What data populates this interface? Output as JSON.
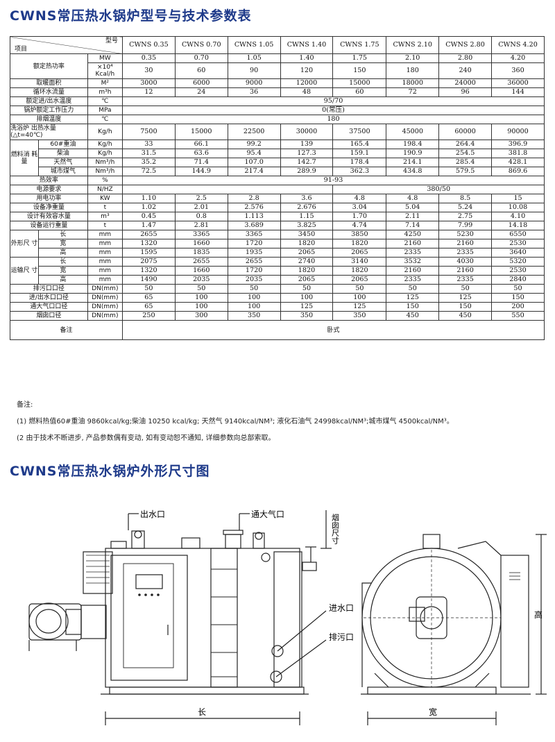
{
  "title": "CWNS常压热水锅炉型号与技术参数表",
  "drawing_title": "CWNS常压热水锅炉外形尺寸图",
  "table": {
    "corner_model": "型号",
    "corner_item": "项目",
    "models": [
      "CWNS\n0.35",
      "CWNS\n0.70",
      "CWNS\n1.05",
      "CWNS\n1.40",
      "CWNS\n1.75",
      "CWNS\n2.10",
      "CWNS\n2.80",
      "CWNS\n4.20"
    ],
    "rated_power": "额定热功率",
    "mw_unit": "MW",
    "mw": [
      "0.35",
      "0.70",
      "1.05",
      "1.40",
      "1.75",
      "2.10",
      "2.80",
      "4.20"
    ],
    "kcal_unit": "×10⁴\nKcal/h",
    "kcal": [
      "30",
      "60",
      "90",
      "120",
      "150",
      "180",
      "240",
      "360"
    ],
    "heating_area": "取暖面积",
    "area_unit": "M²",
    "area": [
      "3000",
      "6000",
      "9000",
      "12000",
      "15000",
      "18000",
      "24000",
      "36000"
    ],
    "circ_water": "循环水流量",
    "circ_unit": "m³h",
    "circ": [
      "12",
      "24",
      "36",
      "48",
      "60",
      "72",
      "96",
      "144"
    ],
    "temp_label": "额定进/出水温度",
    "temp_unit": "℃",
    "temp_value": "95/70",
    "pressure_label": "锅炉额定工作压力",
    "pressure_unit": "MPa",
    "pressure_value": "0(常压)",
    "exhaust_label": "排烟温度",
    "exhaust_unit": "℃",
    "exhaust_value": "180",
    "wash_label": "洗浴炉  出热水量\n(△t=40℃)",
    "wash_unit": "Kg/h",
    "wash": [
      "7500",
      "15000",
      "22500",
      "30000",
      "37500",
      "45000",
      "60000",
      "90000"
    ],
    "fuel_label": "燃料消\n耗量",
    "fuel_rows": [
      {
        "name": "60#重油",
        "unit": "Kg/h",
        "values": [
          "33",
          "66.1",
          "99.2",
          "139",
          "165.4",
          "198.4",
          "264.4",
          "396.9"
        ]
      },
      {
        "name": "柴油",
        "unit": "Kg/h",
        "values": [
          "31.5",
          "63.6",
          "95.4",
          "127.3",
          "159.1",
          "190.9",
          "254.5",
          "381.8"
        ]
      },
      {
        "name": "天然气",
        "unit": "Nm³/h",
        "values": [
          "35.2",
          "71.4",
          "107.0",
          "142.7",
          "178.4",
          "214.1",
          "285.4",
          "428.1"
        ]
      },
      {
        "name": "城市煤气",
        "unit": "Nm³/h",
        "values": [
          "72.5",
          "144.9",
          "217.4",
          "289.9",
          "362.3",
          "434.8",
          "579.5",
          "869.6"
        ]
      }
    ],
    "efficiency_label": "热效率",
    "efficiency_unit": "%",
    "efficiency_value": "91-93",
    "power_req_label": "电源要求",
    "power_req_unit": "N/HZ",
    "power_req_value": "380/50",
    "elec_label": "用电功率",
    "elec_unit": "KW",
    "elec": [
      "1.10",
      "2.5",
      "2.8",
      "3.6",
      "4.8",
      "4.8",
      "8.5",
      "15"
    ],
    "net_weight_label": "设备净重量",
    "net_weight_unit": "t",
    "net_weight": [
      "1.02",
      "2.01",
      "2.576",
      "2.676",
      "3.04",
      "5.04",
      "5.24",
      "10.08"
    ],
    "water_cap_label": "设计有效容水量",
    "water_cap_unit": "m³",
    "water_cap": [
      "0.45",
      "0.8",
      "1.113",
      "1.15",
      "1.70",
      "2.11",
      "2.75",
      "4.10"
    ],
    "op_weight_label": "设备运行重量",
    "op_weight_unit": "t",
    "op_weight": [
      "1.47",
      "2.81",
      "3.689",
      "3.825",
      "4.74",
      "7.14",
      "7.99",
      "14.18"
    ],
    "outline_label": "外形尺\n寸",
    "transport_label": "运输尺\n寸",
    "dim_unit": "mm",
    "dim_names": [
      "长",
      "宽",
      "高"
    ],
    "outline": [
      [
        "2655",
        "3365",
        "3365",
        "3450",
        "3850",
        "4250",
        "5230",
        "6550"
      ],
      [
        "1320",
        "1660",
        "1720",
        "1820",
        "1820",
        "2160",
        "2160",
        "2530"
      ],
      [
        "1595",
        "1835",
        "1935",
        "2065",
        "2065",
        "2335",
        "2335",
        "3640"
      ]
    ],
    "transport": [
      [
        "2075",
        "2655",
        "2655",
        "2740",
        "3140",
        "3532",
        "4030",
        "5320"
      ],
      [
        "1320",
        "1660",
        "1720",
        "1820",
        "1820",
        "2160",
        "2160",
        "2530"
      ],
      [
        "1490",
        "2035",
        "2035",
        "2065",
        "2065",
        "2335",
        "2335",
        "2840"
      ]
    ],
    "drain_label": "排污口口径",
    "drain_unit": "DN(mm)",
    "drain": [
      "50",
      "50",
      "50",
      "50",
      "50",
      "50",
      "50",
      "50"
    ],
    "inout_label": "进/出水口口径",
    "inout_unit": "DN(mm)",
    "inout": [
      "65",
      "100",
      "100",
      "100",
      "100",
      "125",
      "125",
      "150"
    ],
    "vent_label": "通大气口口径",
    "vent_unit": "DN(mm)",
    "vent": [
      "65",
      "100",
      "100",
      "125",
      "125",
      "150",
      "150",
      "200"
    ],
    "chimney_label": "烟囱口径",
    "chimney_unit": "DN(mm)",
    "chimney": [
      "250",
      "300",
      "350",
      "350",
      "350",
      "450",
      "450",
      "550"
    ],
    "remark_label": "备注",
    "remark_value": "卧式"
  },
  "notes": {
    "heading": "备注:",
    "n1": "(1) 燃料热值60#重油 9860kcal/kg;柴油 10250 kcal/kg; 天然气 9140kcal/NM³; 液化石油气 24998kcal/NM³;城市煤气 4500kcal/NM³。",
    "n2": "(2 由于技术不断进步, 产品参数偶有变动, 如有变动恕不通知, 详细参数向总部索取。"
  },
  "drawing_labels": {
    "outlet": "出水口",
    "vent": "通大气口",
    "chimney_size": "烟囱尺寸",
    "inlet": "进水口",
    "drain": "排污口",
    "length": "长",
    "width": "宽",
    "height": "高"
  }
}
